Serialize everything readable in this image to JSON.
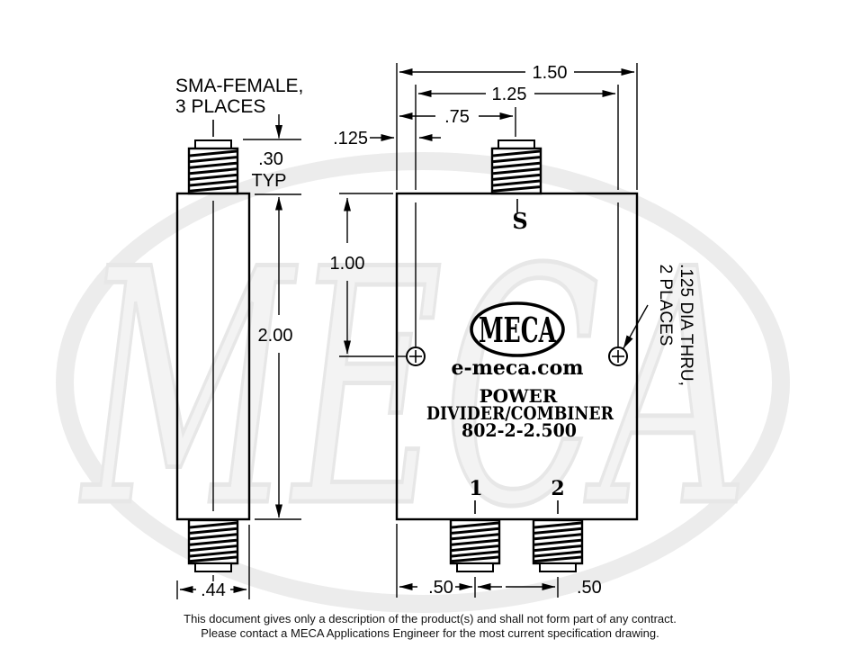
{
  "side_view": {
    "connector_note_line1": "SMA-FEMALE,",
    "connector_note_line2": "3 PLACES",
    "dim_connector_height": ".30",
    "dim_connector_height_qualifier": "TYP",
    "dim_body_height": "2.00",
    "dim_body_width": ".44"
  },
  "front_view": {
    "dim_overall_width": "1.50",
    "dim_hole_spacing": "1.25",
    "dim_input_port_offset": ".75",
    "dim_hole_edge_offset": ".125",
    "dim_hole_vertical_offset": "1.00",
    "dim_port1_edge_offset": ".50",
    "dim_port_spacing": ".50",
    "hole_note_line1": ".125 DIA THRU,",
    "hole_note_line2": "2 PLACES",
    "port_sum_label": "S",
    "port_1_label": "1",
    "port_2_label": "2",
    "logo_text": "MECA",
    "website": "e-meca.com",
    "product_line1": "POWER",
    "product_line2": "DIVIDER/COMBINER",
    "model_number": "802-2-2.500"
  },
  "watermark_text": "MECA",
  "footer": {
    "line1": "This document gives only a description of the product(s) and shall not form part of any contract.",
    "line2": "Please contact a MECA Applications Engineer for the most current specification drawing."
  },
  "colors": {
    "ink": "#000000",
    "background": "#ffffff",
    "watermark": "#ececec"
  }
}
